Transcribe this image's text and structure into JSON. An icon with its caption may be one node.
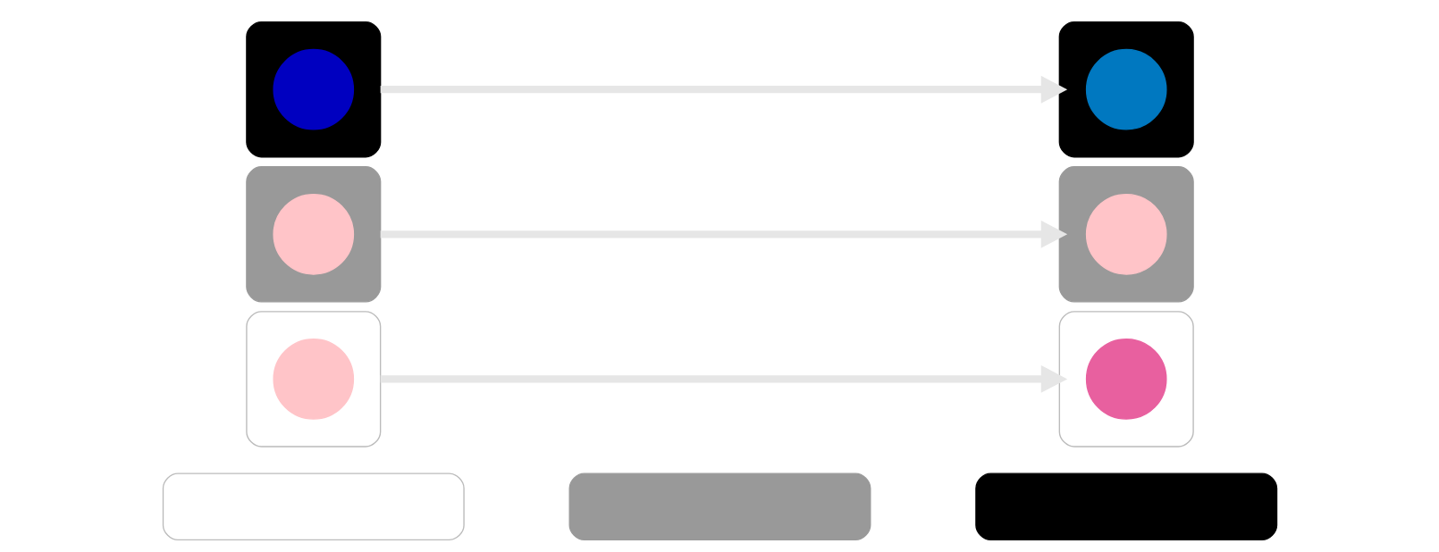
{
  "diagram": {
    "nodes": [
      {
        "text": [],
        "shape": "box"
      },
      {
        "text": [],
        "shape": "box"
      },
      {
        "text": [],
        "shape": "box"
      },
      {
        "text": [],
        "shape": "box"
      },
      {
        "text": [],
        "shape": "circle",
        "in": 3
      },
      {
        "text": [],
        "shape": "box"
      },
      {
        "text": [],
        "shape": "circle",
        "in": 5
      },
      {
        "text": [],
        "shape": "box"
      },
      {
        "text": [],
        "shape": "circle",
        "in": 7
      },
      {
        "text": [],
        "shape": "box"
      },
      {
        "text": [],
        "shape": "circle",
        "in": 9
      },
      {
        "text": [],
        "shape": "box"
      },
      {
        "text": [],
        "shape": "circle",
        "in": 11
      },
      {
        "text": [],
        "shape": "box"
      },
      {
        "text": [],
        "shape": "circle",
        "in": 13
      }
    ],
    "edges": [
      {
        "from": 3,
        "to": 5,
        "arrow": "to"
      },
      {
        "from": 7,
        "to": 9,
        "arrow": "to"
      },
      {
        "from": 11,
        "to": 13,
        "arrow": "to"
      }
    ]
  }
}
